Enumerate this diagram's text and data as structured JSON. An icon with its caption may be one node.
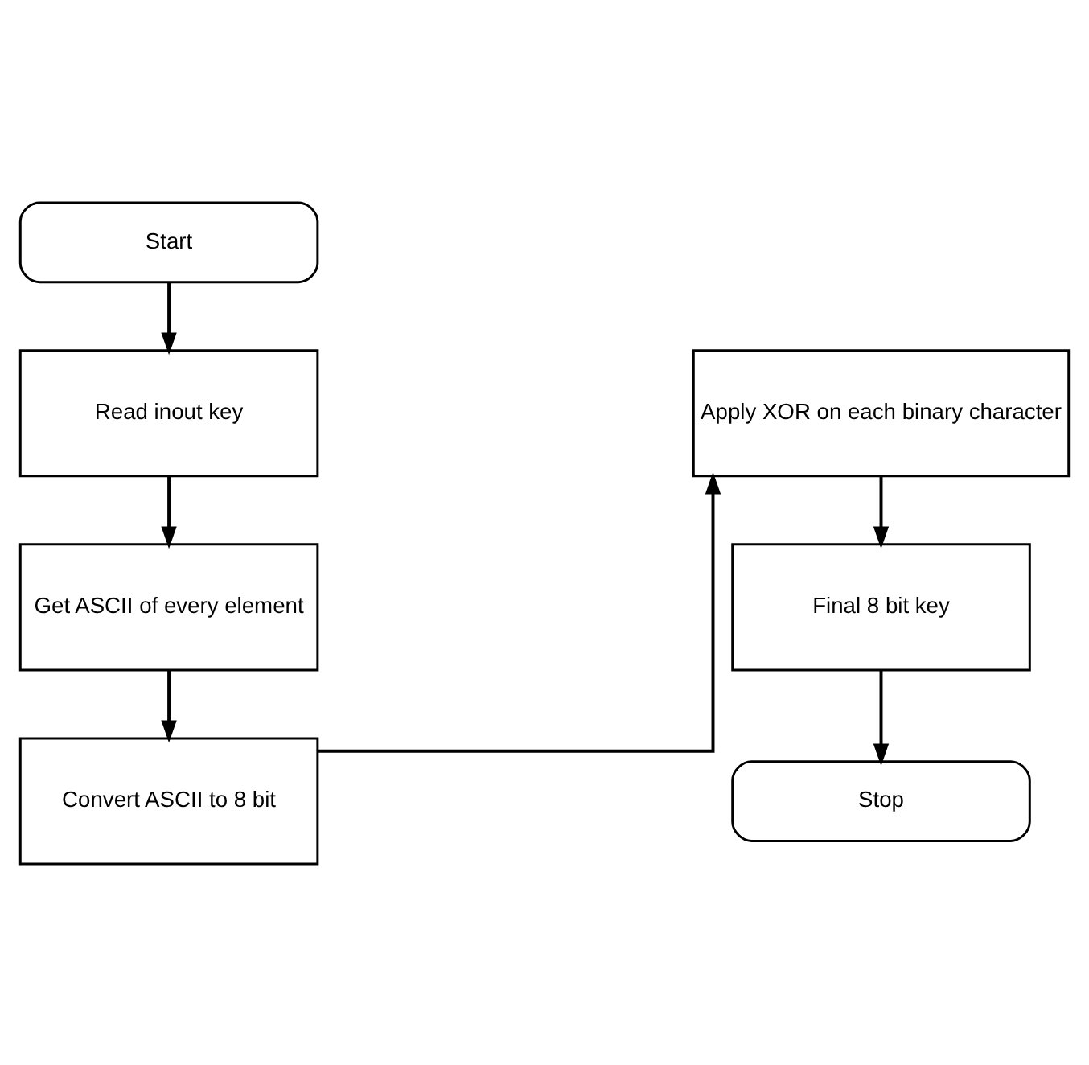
{
  "diagram": {
    "nodes": [
      {
        "text": [
          "Start"
        ]
      },
      {
        "text": [
          "Read inout key"
        ]
      },
      {
        "text": [
          "Get ASCII of every element"
        ]
      },
      {
        "text": [
          "Convert ASCII to 8 bit"
        ]
      },
      {
        "text": [
          "Apply XOR on each binary character"
        ]
      },
      {
        "text": [
          "Final 8 bit key"
        ]
      },
      {
        "text": [
          "Stop"
        ]
      }
    ],
    "edges": [
      {
        "from": 0,
        "to": 1,
        "arrow": "to"
      },
      {
        "from": 1,
        "to": 2,
        "arrow": "to"
      },
      {
        "from": 2,
        "to": 3,
        "arrow": "to"
      },
      {
        "from": 3,
        "to": 4,
        "arrow": "to"
      },
      {
        "from": 4,
        "to": 5,
        "arrow": "to"
      },
      {
        "from": 5,
        "to": 6,
        "arrow": "to"
      }
    ]
  }
}
